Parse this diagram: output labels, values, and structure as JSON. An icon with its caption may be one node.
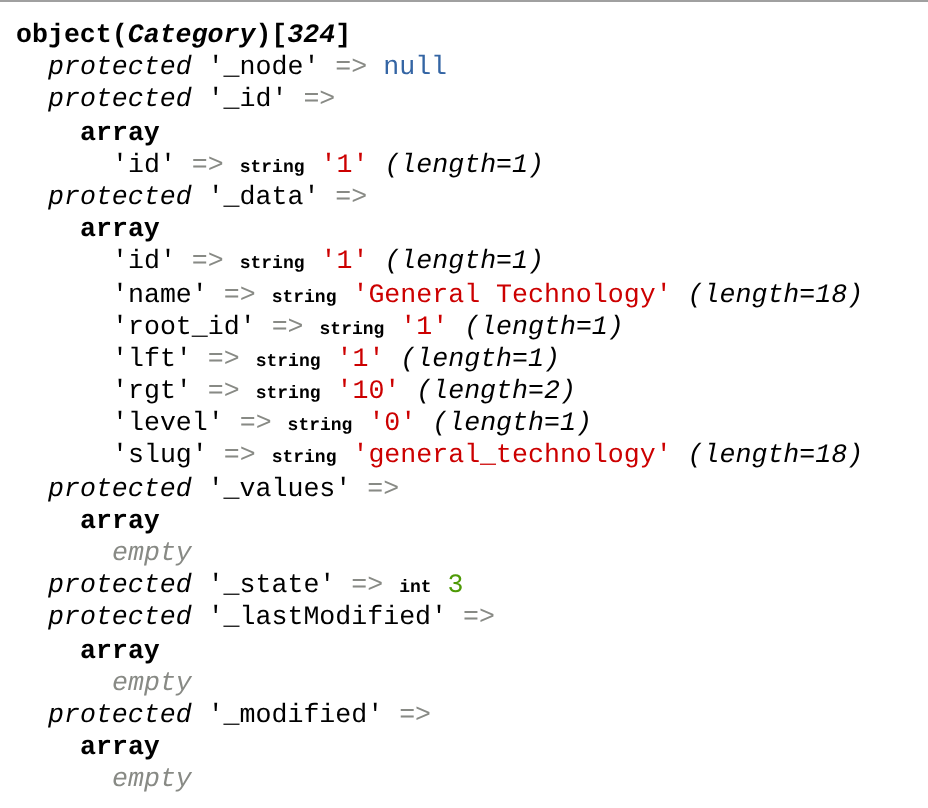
{
  "diagram": {
    "labels": [
      "object(*Category*)[*324*]",
      "protected",
      "'_node'",
      "=>",
      "null",
      "protected",
      "'_id'",
      "=>",
      "array",
      "'id'",
      "=>",
      "string",
      "'1'",
      "(length=1)",
      "protected",
      "'_data'",
      "=>",
      "array",
      "'id'",
      "=>",
      "string",
      "'1'",
      "(length=1)",
      "'name'",
      "=>",
      "string",
      "'General Technology'",
      "(length=18)",
      "'root_id'",
      "=>",
      "string",
      "'1'",
      "(length=1)",
      "'lft'",
      "=>",
      "string",
      "'1'",
      "(length=1)",
      "'rgt'",
      "=>",
      "string",
      "'10'",
      "(length=2)",
      "'level'",
      "=>",
      "string",
      "'0'",
      "(length=1)",
      "'slug'",
      "=>",
      "string",
      "'general_technology'",
      "(length=18)",
      "protected",
      "'_values'",
      "=>",
      "array",
      "empty",
      "protected",
      "'_state'",
      "=>",
      "int",
      "3",
      "protected",
      "'_lastModified'",
      "=>",
      "array",
      "empty",
      "protected",
      "'_modified'",
      "=>",
      "array",
      "empty"
    ]
  }
}
